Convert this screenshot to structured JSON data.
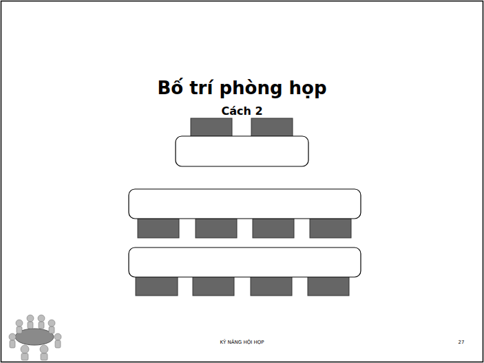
{
  "diagram": {
    "title": "Bố trí phòng họp",
    "labels": [
      "Cách 2",
      "KỸ NĂNG HỘI HỌP",
      "27"
    ]
  }
}
